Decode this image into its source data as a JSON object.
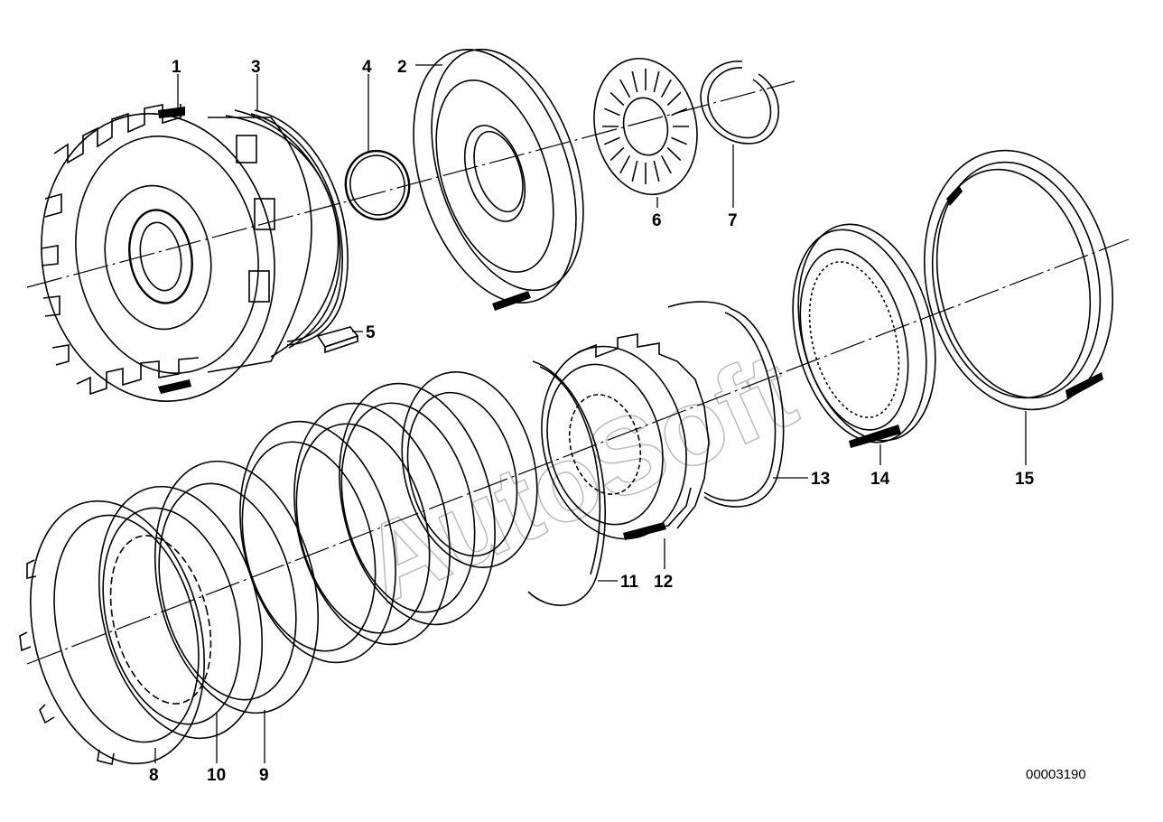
{
  "diagram": {
    "callouts": [
      "1",
      "2",
      "3",
      "4",
      "5",
      "6",
      "7",
      "8",
      "9",
      "10",
      "11",
      "12",
      "13",
      "14",
      "15"
    ],
    "document_number": "00003190",
    "watermark": "AutoSoft"
  }
}
